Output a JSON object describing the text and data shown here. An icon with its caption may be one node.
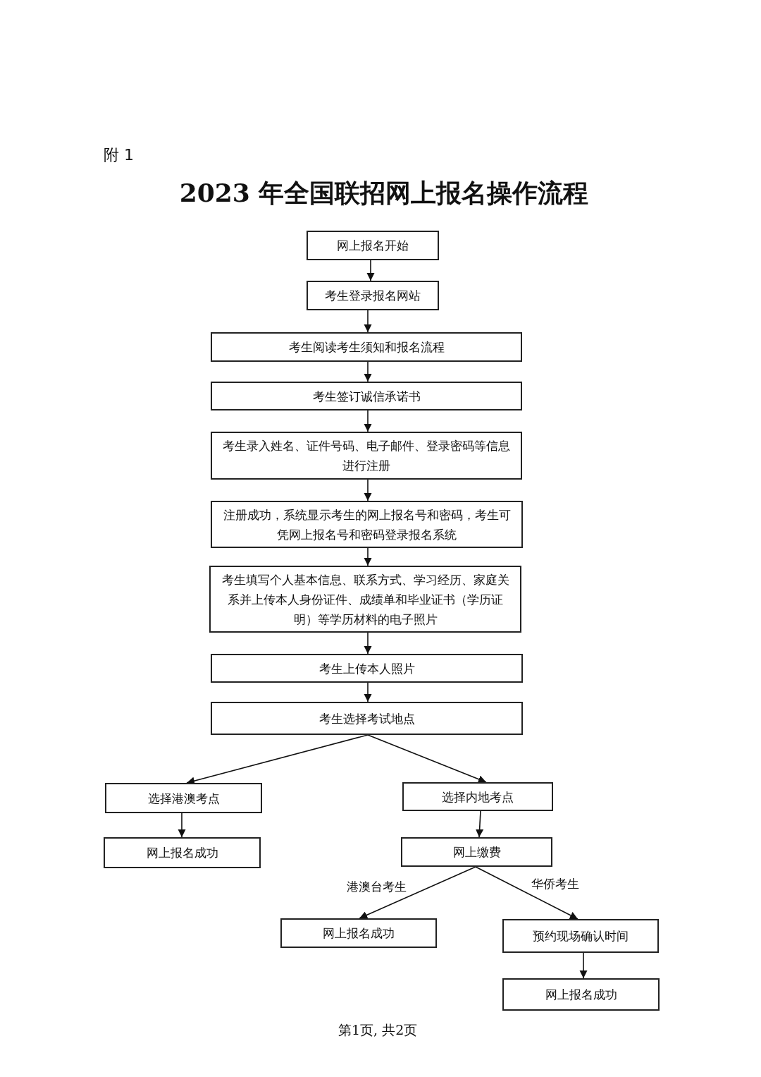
{
  "diagram": {
    "title": "2023 年全国联招网上报名操作流程",
    "nodes": [
      {
        "text": [
          "网上报名开始"
        ]
      },
      {
        "text": [
          "考生登录报名网站"
        ]
      },
      {
        "text": [
          "考生阅读考生须知和报名流程"
        ]
      },
      {
        "text": [
          "考生签订诚信承诺书"
        ]
      },
      {
        "text": [
          "考生录入姓名、证件号码、电子邮件、登录密码等信息进行注册"
        ]
      },
      {
        "text": [
          "注册成功，系统显示考生的网上报名号和密码，考生可凭网上报名号和密码登录报名系统"
        ]
      },
      {
        "text": [
          "考生填写个人基本信息、联系方式、学习经历、家庭关系并上传本人身份证件、成绩单和毕业证书（学历证明）等学历材料的电子照片"
        ]
      },
      {
        "text": [
          "考生上传本人照片"
        ]
      },
      {
        "text": [
          "考生选择考试地点"
        ]
      },
      {
        "text": [
          "选择港澳考点"
        ]
      },
      {
        "text": [
          "网上报名成功"
        ]
      },
      {
        "text": [
          "选择内地考点"
        ]
      },
      {
        "text": [
          "网上缴费"
        ]
      },
      {
        "text": [
          "网上报名成功"
        ]
      },
      {
        "text": [
          "预约现场确认时间"
        ]
      },
      {
        "text": [
          "网上报名成功"
        ]
      }
    ],
    "edges": [
      {
        "from": 0,
        "to": 1,
        "arrow": "to"
      },
      {
        "from": 1,
        "to": 2,
        "arrow": "to"
      },
      {
        "from": 2,
        "to": 3,
        "arrow": "to"
      },
      {
        "from": 3,
        "to": 4,
        "arrow": "to"
      },
      {
        "from": 4,
        "to": 5,
        "arrow": "to"
      },
      {
        "from": 5,
        "to": 6,
        "arrow": "to"
      },
      {
        "from": 6,
        "to": 7,
        "arrow": "to"
      },
      {
        "from": 7,
        "to": 8,
        "arrow": "to"
      },
      {
        "from": 8,
        "to": 9,
        "arrow": "to"
      },
      {
        "from": 8,
        "to": 11,
        "arrow": "to"
      },
      {
        "from": 9,
        "to": 10,
        "arrow": "to"
      },
      {
        "from": 11,
        "to": 12,
        "arrow": "to"
      },
      {
        "from": 12,
        "to": 13,
        "arrow": "to",
        "label": "港澳台考生"
      },
      {
        "from": 12,
        "to": 14,
        "arrow": "to",
        "label": "华侨考生"
      },
      {
        "from": 14,
        "to": 15,
        "arrow": "to"
      }
    ],
    "labels": [
      "附 1",
      "第1页, 共2页"
    ]
  }
}
